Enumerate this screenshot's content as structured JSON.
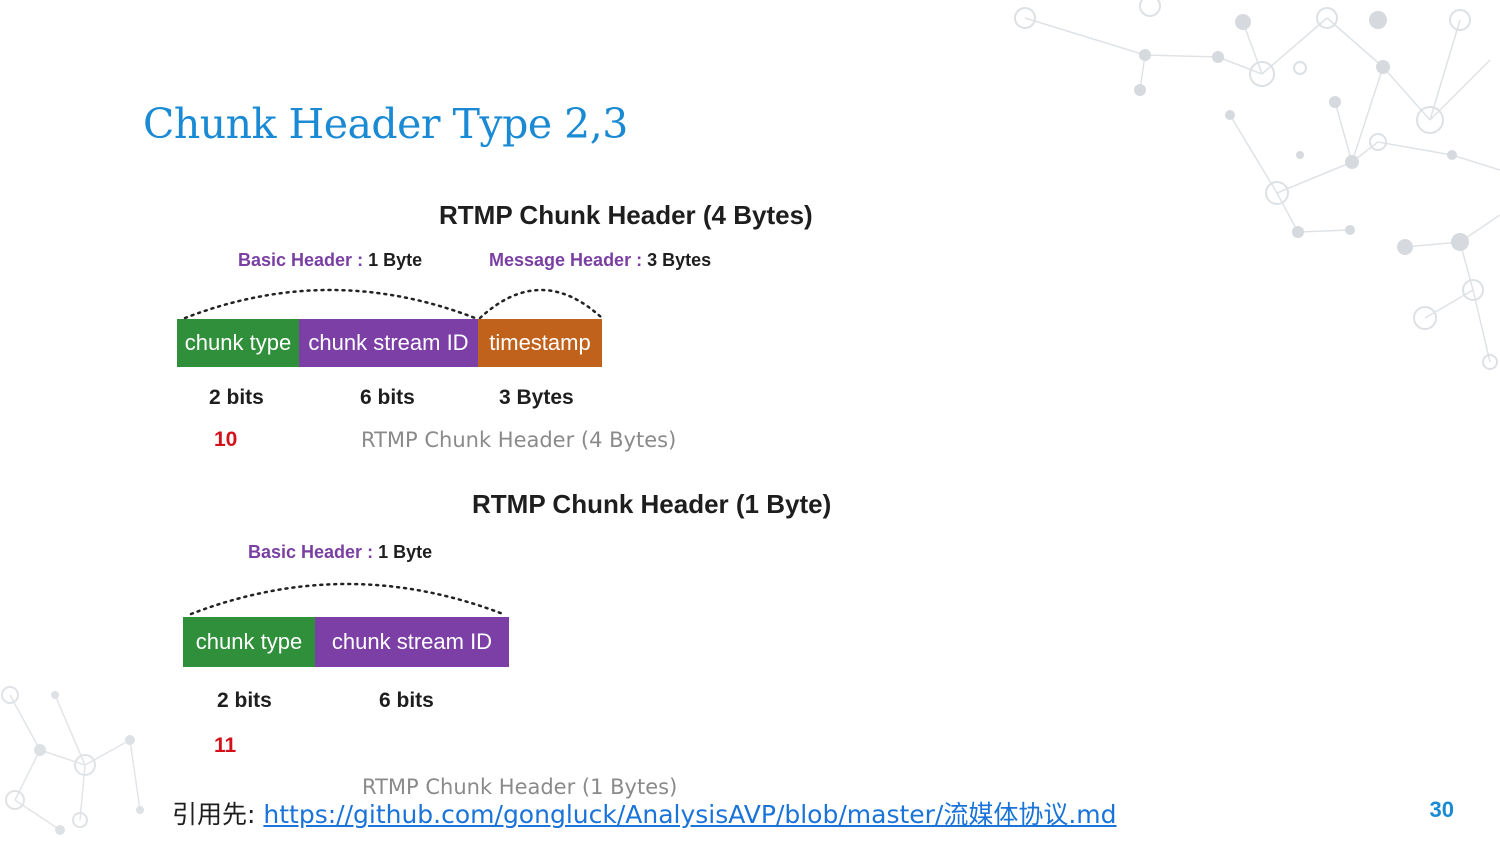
{
  "slide": {
    "title": "Chunk Header Type 2,3",
    "page_number": "30"
  },
  "diagram_type2": {
    "title": "RTMP Chunk Header (4 Bytes)",
    "basic_header_label": "Basic Header :",
    "basic_header_size": "1 Byte",
    "message_header_label": "Message Header :",
    "message_header_size": "3 Bytes",
    "cells": [
      "chunk type",
      "chunk stream ID",
      "timestamp"
    ],
    "bits": [
      "2 bits",
      "6 bits",
      "3 Bytes"
    ],
    "type_code": "10",
    "caption": "RTMP Chunk Header (4 Bytes)"
  },
  "diagram_type3": {
    "title": "RTMP Chunk Header (1 Byte)",
    "basic_header_label": "Basic Header :",
    "basic_header_size": "1 Byte",
    "cells": [
      "chunk type",
      "chunk stream ID"
    ],
    "bits": [
      "2 bits",
      "6 bits"
    ],
    "type_code": "11",
    "caption": "RTMP Chunk Header (1 Bytes)"
  },
  "footer": {
    "source_label": "引用先:",
    "source_link": "https://github.com/gongluck/AnalysisAVP/blob/master/流媒体协议.md"
  },
  "colors": {
    "title_blue": "#1a8ad4",
    "green": "#2f8f3a",
    "violet": "#7c3fa6",
    "orange": "#c0611c",
    "code_red": "#d4111b"
  }
}
